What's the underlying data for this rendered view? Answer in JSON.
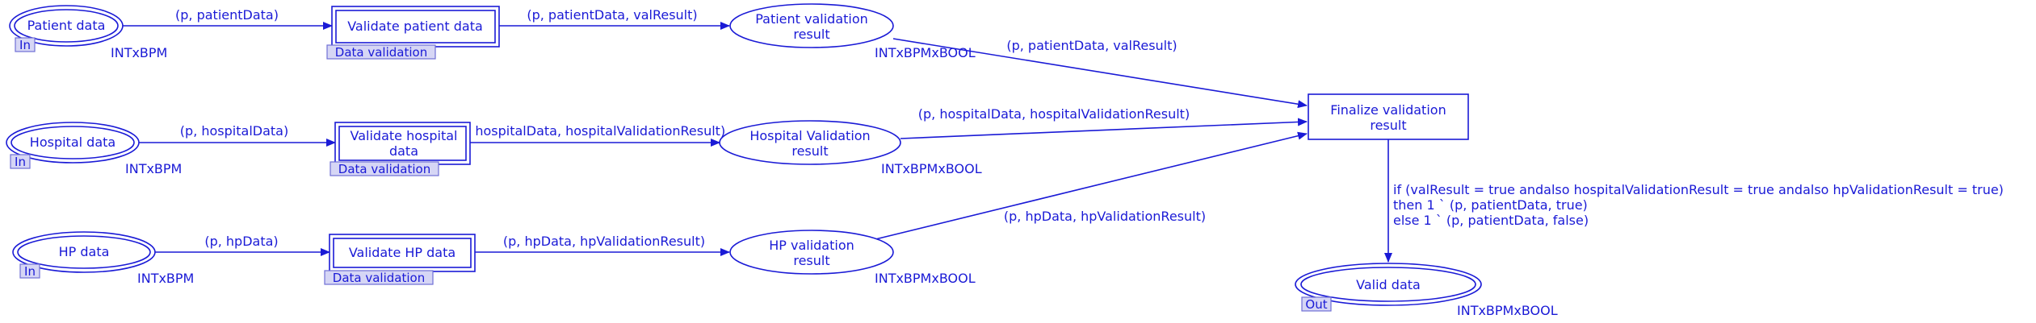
{
  "diagram": {
    "places": {
      "patient_data": {
        "label": "Patient data",
        "type": "INTxBPM",
        "port": "In"
      },
      "hospital_data": {
        "label": "Hospital data",
        "type": "INTxBPM",
        "port": "In"
      },
      "hp_data": {
        "label": "HP data",
        "type": "INTxBPM",
        "port": "In"
      },
      "patient_validation_result": {
        "line1": "Patient validation",
        "line2": "result",
        "type": "INTxBPMxBOOL"
      },
      "hospital_validation_result": {
        "line1": "Hospital Validation",
        "line2": "result",
        "type": "INTxBPMxBOOL"
      },
      "hp_validation_result": {
        "line1": "HP validation",
        "line2": "result",
        "type": "INTxBPMxBOOL"
      },
      "valid_data": {
        "label": "Valid data",
        "type": "INTxBPMxBOOL",
        "port": "Out"
      }
    },
    "transitions": {
      "validate_patient": {
        "label": "Validate patient data",
        "subpage": "Data validation"
      },
      "validate_hospital": {
        "line1": "Validate hospital",
        "line2": "data",
        "subpage": "Data validation"
      },
      "validate_hp": {
        "label": "Validate HP data",
        "subpage": "Data validation"
      },
      "finalize": {
        "line1": "Finalize validation",
        "line2": "result"
      }
    },
    "arc_labels": {
      "a1": "(p, patientData)",
      "a2": "(p, patientData, valResult)",
      "a3": "(p, patientData, valResult)",
      "a4": "(p, hospitalData)",
      "a5": "(p, hospitalData, hospitalValidationResult)",
      "a6": "(p, hospitalData, hospitalValidationResult)",
      "a7": "(p, hpData)",
      "a8": "(p, hpData, hpValidationResult)",
      "a9": "(p, hpData, hpValidationResult)"
    },
    "guard": {
      "line1": "if (valResult = true andalso hospitalValidationResult = true andalso  hpValidationResult = true)",
      "line2": "then 1 ` (p, patientData, true)",
      "line3": "else 1 ` (p, patientData, false)"
    }
  }
}
